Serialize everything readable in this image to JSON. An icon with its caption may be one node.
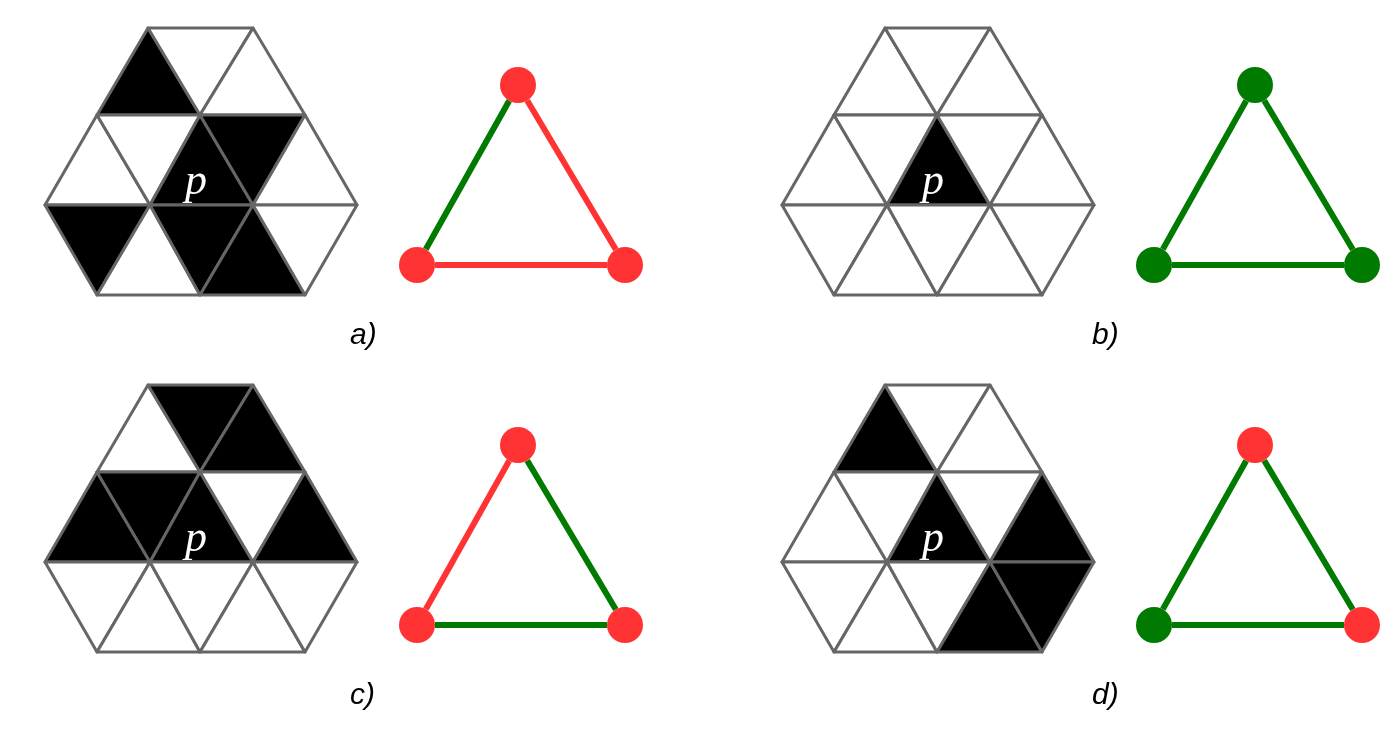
{
  "diagram": {
    "nodes": [
      {
        "text": [],
        "shape": "circle"
      },
      {
        "text": [],
        "shape": "circle"
      },
      {
        "text": [],
        "shape": "circle"
      },
      {
        "text": [],
        "shape": "circle"
      },
      {
        "text": [],
        "shape": "circle"
      },
      {
        "text": [],
        "shape": "circle"
      },
      {
        "text": [],
        "shape": "circle"
      },
      {
        "text": [],
        "shape": "circle"
      },
      {
        "text": [],
        "shape": "circle"
      },
      {
        "text": [],
        "shape": "circle"
      },
      {
        "text": [],
        "shape": "circle"
      },
      {
        "text": [],
        "shape": "circle"
      }
    ],
    "edges": [
      {
        "from": 0,
        "to": 1,
        "arrow": "none"
      },
      {
        "from": 0,
        "to": 2,
        "arrow": "none",
        "color": "#ff3333"
      },
      {
        "from": 1,
        "to": 2,
        "arrow": "none",
        "color": "#ff3333"
      },
      {
        "from": 3,
        "to": 4,
        "arrow": "none"
      },
      {
        "from": 3,
        "to": 5,
        "arrow": "none"
      },
      {
        "from": 4,
        "to": 5,
        "arrow": "none"
      },
      {
        "from": 6,
        "to": 7,
        "arrow": "none",
        "color": "#ff3333"
      },
      {
        "from": 6,
        "to": 8,
        "arrow": "none"
      },
      {
        "from": 7,
        "to": 8,
        "arrow": "none"
      },
      {
        "from": 9,
        "to": 10,
        "arrow": "none"
      },
      {
        "from": 9,
        "to": 11,
        "arrow": "none"
      },
      {
        "from": 10,
        "to": 11,
        "arrow": "none"
      }
    ],
    "labels": [
      "p",
      "p",
      "a)",
      "b)",
      "p",
      "p",
      "c)",
      "d)"
    ]
  }
}
